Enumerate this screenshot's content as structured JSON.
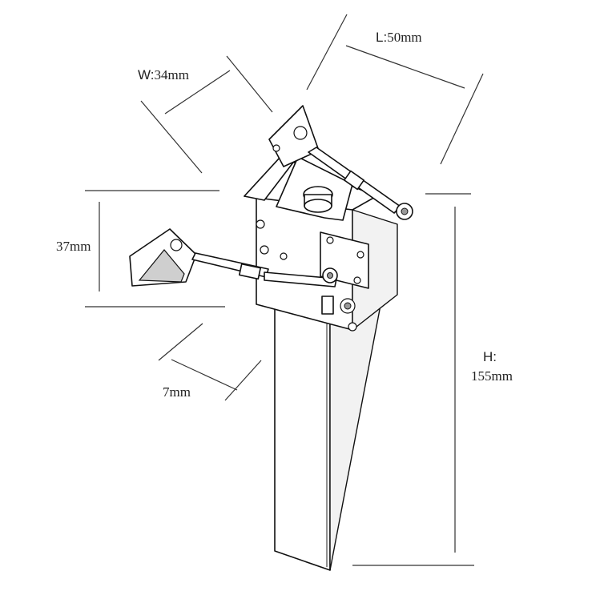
{
  "dimensions": {
    "length": {
      "key": "L:",
      "value": "50mm"
    },
    "width": {
      "key": "W:",
      "value": "34mm"
    },
    "height": {
      "key": "H:",
      "value": "155mm"
    },
    "mount_height": {
      "value": "37mm"
    },
    "thickness": {
      "value": "7mm"
    }
  }
}
